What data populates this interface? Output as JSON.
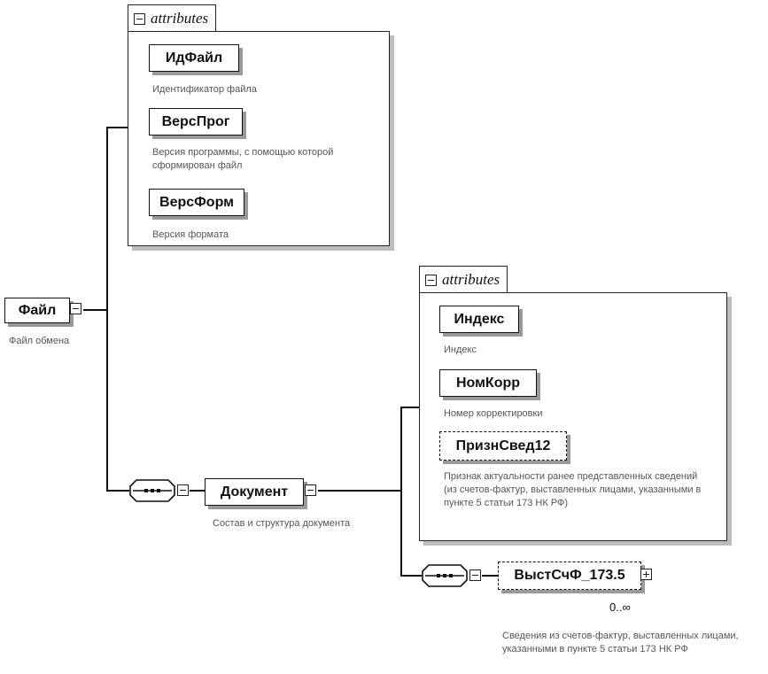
{
  "root": {
    "label": "Файл",
    "description": "Файл обмена"
  },
  "file_attributes": {
    "header": "attributes",
    "items": [
      {
        "label": "ИдФайл",
        "description": "Идентификатор файла"
      },
      {
        "label": "ВерсПрог",
        "description": "Версия программы, с помощью которой сформирован файл"
      },
      {
        "label": "ВерсФорм",
        "description": "Версия формата"
      }
    ]
  },
  "document": {
    "label": "Документ",
    "description": "Состав и структура документа"
  },
  "document_attributes": {
    "header": "attributes",
    "items": [
      {
        "label": "Индекс",
        "description": "Индекс",
        "optional": false
      },
      {
        "label": "НомКорр",
        "description": "Номер корректировки",
        "optional": false
      },
      {
        "label": "ПризнСвед12",
        "description": "Признак актуальности ранее представленных сведений (из счетов-фактур, выставленных лицами, указанными в пункте 5 статьи 173 НК РФ)",
        "optional": true
      }
    ]
  },
  "child": {
    "label": "ВыстСчФ_173.5",
    "multiplicity": "0..∞",
    "description": "Сведения из счетов-фактур, выставленных лицами, указанными в пункте 5 статьи 173 НК РФ",
    "optional": true
  },
  "colors": {
    "line": "#111111",
    "shadow": "#9a9a9a",
    "description_text": "#555555"
  }
}
